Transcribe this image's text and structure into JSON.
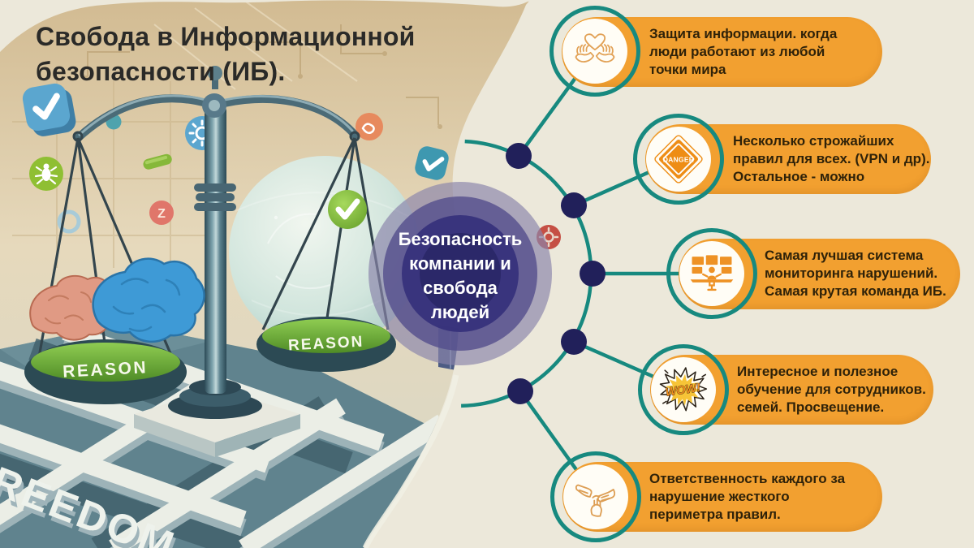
{
  "title": "Свобода в Информационной\nбезопасности (ИБ).",
  "center": "Безопасность\nкомпании и\nсвобода\nлюдей",
  "items": [
    {
      "icon": "hands-heart-icon",
      "text": "Защита информации. когда\nлюди работают из любой\nточки мира"
    },
    {
      "icon": "danger-sign-icon",
      "icon_label": "DANGER",
      "text": "Несколько строжайших\nправил для всех. (VPN и др).\nОстальное - можно"
    },
    {
      "icon": "monitoring-desk-icon",
      "text": "Самая лучшая система\nмониторинга нарушений.\nСамая крутая команда ИБ."
    },
    {
      "icon": "wow-burst-icon",
      "icon_label": "WOW!",
      "text": "Интересное и полезное\nобучение для сотрудников.\nсемей. Просвещение."
    },
    {
      "icon": "hands-together-icon",
      "text": "Ответственность каждого за\nнарушение жесткого\nпериметра правил."
    }
  ],
  "illustration": {
    "left_pan_label": "REASON",
    "right_pan_label": "REASON",
    "freedom_label": "FREEDOM"
  },
  "colors": {
    "bg": "#ece8da",
    "teal": "#17897f",
    "navy": "#21205a",
    "pill": "#f2a030",
    "pill-text": "#2f2209",
    "title": "#2a2a28",
    "center-text": "#ffffff"
  }
}
